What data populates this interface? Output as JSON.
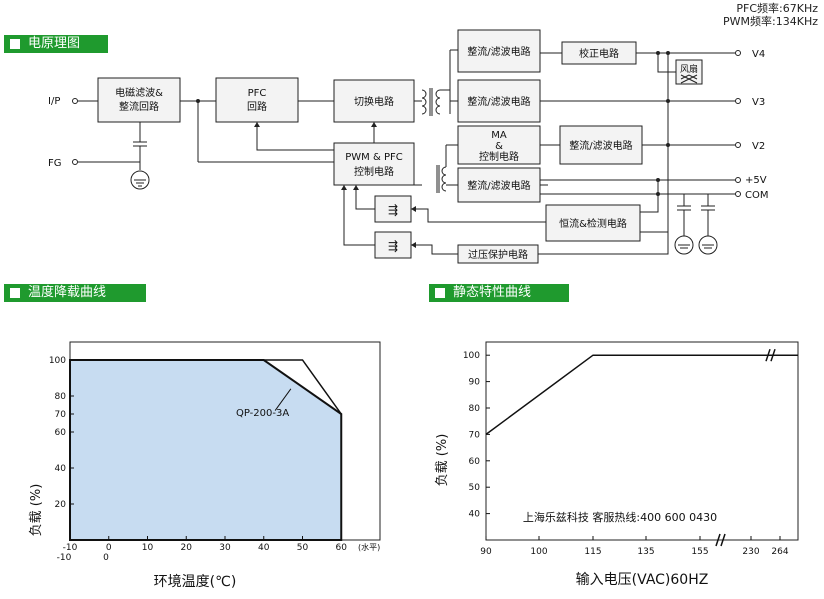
{
  "spec": {
    "pfc_freq": "PFC频率:67KHz",
    "pwm_freq": "PWM频率:134KHz"
  },
  "sections": {
    "schematic": "电原理图",
    "derating": "温度降载曲线",
    "static": "静态特性曲线"
  },
  "diagram": {
    "inputs": {
      "ip": "I/P",
      "fg": "FG"
    },
    "blocks": {
      "emi_1": "电磁滤波&",
      "emi_2": "整流回路",
      "pfc_1": "PFC",
      "pfc_2": "回路",
      "switch": "切换电路",
      "pwm_1": "PWM & PFC",
      "pwm_2": "控制电路",
      "rect1": "整流/滤波电路",
      "rect2": "整流/滤波电路",
      "ma_1": "MA",
      "ma_2": "&",
      "ma_3": "控制电路",
      "rect3": "整流/滤波电路",
      "rect4": "整流/滤波电路",
      "calib": "校正电路",
      "fan": "风扇",
      "detect": "恒流&检测电路",
      "ovp": "过压保护电路"
    },
    "outputs": {
      "v4": "V4",
      "v3": "V3",
      "v2": "V2",
      "v5": "+5V",
      "com": "COM"
    }
  },
  "derating": {
    "ylabel": "负载 (%)",
    "xlabel": "环境温度(℃)",
    "x_note": "(水平)",
    "model": "QP-200-3A",
    "x_ticks": [
      "-10",
      "0",
      "10",
      "20",
      "30",
      "40",
      "50",
      "60"
    ],
    "x_ticks2": [
      "-10",
      "0"
    ],
    "y_ticks": [
      "100",
      "80",
      "70",
      "60",
      "40",
      "20"
    ]
  },
  "chart_data": [
    {
      "type": "area",
      "xlabel": "环境温度(℃)",
      "ylabel": "负载 (%)",
      "xlim": [
        -10,
        70
      ],
      "ylim": [
        0,
        110
      ],
      "series": [
        {
          "x": [
            -10,
            40,
            60,
            60
          ],
          "y": [
            100,
            100,
            70,
            0
          ]
        },
        {
          "x": [
            -10,
            50,
            60
          ],
          "y": [
            100,
            100,
            70
          ]
        }
      ]
    },
    {
      "type": "line",
      "xlabel": "输入电压(VAC)60HZ",
      "ylabel": "负载 (%)",
      "x_categories": [
        "90",
        "100",
        "115",
        "135",
        "155",
        "230",
        "264"
      ],
      "ylim": [
        30,
        105
      ],
      "series": [
        {
          "x": [
            90,
            115,
            264
          ],
          "y": [
            70,
            100,
            100
          ]
        }
      ]
    }
  ],
  "static": {
    "ylabel": "负载 (%)",
    "xlabel": "输入电压(VAC)60HZ",
    "x_ticks": [
      "90",
      "100",
      "115",
      "135",
      "155",
      "230",
      "264"
    ],
    "y_ticks": [
      "100",
      "90",
      "80",
      "70",
      "60",
      "50",
      "40"
    ],
    "watermark": "上海乐兹科技 客服热线:400 600 0430"
  }
}
